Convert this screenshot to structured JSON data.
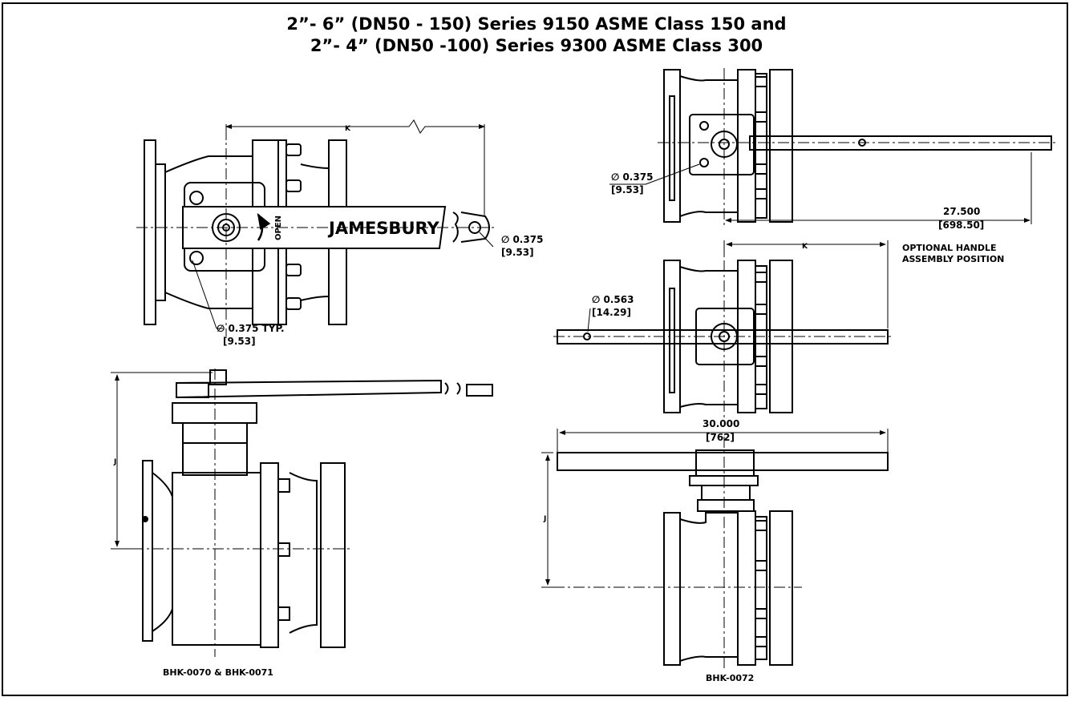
{
  "title": {
    "line1": "2”- 6” (DN50 - 150) Series 9150 ASME Class 150 and",
    "line2": "2”- 4” (DN50 -100) Series 9300 ASME Class 300"
  },
  "brand": "JAMESBURY",
  "open_label": "OPEN",
  "dims": {
    "k": "K",
    "j": "J",
    "hole_375": "∅ 0.375",
    "hole_375_mm": "[9.53]",
    "hole_375_typ": "∅ 0.375 TYP.",
    "hole_563": "∅ 0.563",
    "hole_563_mm": "[14.29]",
    "len_27500": "27.500",
    "len_27500_mm": "[698.50]",
    "len_30000": "30.000",
    "len_30000_mm": "[762]"
  },
  "notes": {
    "optional_line1": "OPTIONAL HANDLE",
    "optional_line2": "ASSEMBLY POSITION"
  },
  "captions": {
    "left": "BHK-0070 & BHK-0071",
    "right": "BHK-0072"
  }
}
